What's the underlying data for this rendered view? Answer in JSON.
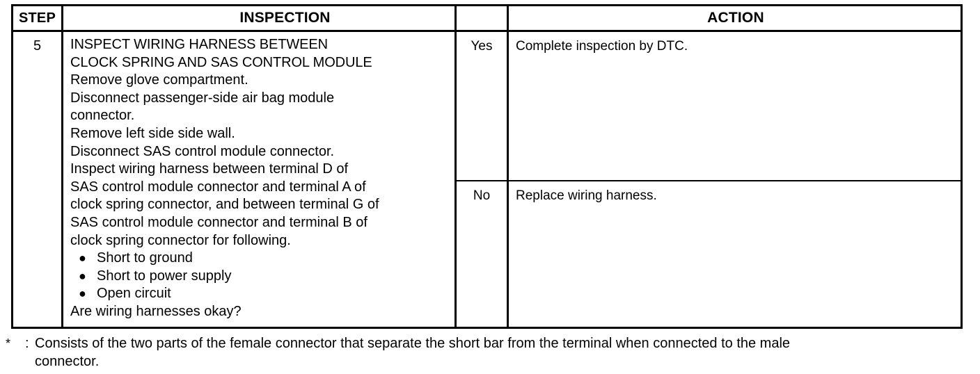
{
  "table": {
    "headers": {
      "step": "STEP",
      "inspection": "INSPECTION",
      "action": "ACTION"
    },
    "row": {
      "step_number": "5",
      "inspection_lines": [
        "INSPECT WIRING HARNESS BETWEEN",
        "CLOCK SPRING AND SAS CONTROL MODULE",
        "Remove glove compartment.",
        "Disconnect passenger-side air bag module",
        "connector.",
        "Remove left side side wall.",
        "Disconnect SAS control module connector.",
        "Inspect wiring harness between terminal D of",
        "SAS control module connector and terminal A of",
        "clock spring connector, and between terminal G of",
        "SAS control module connector and terminal B of",
        "clock spring connector for following."
      ],
      "bullet_marker": "●",
      "bullets": [
        "Short to ground",
        "Short to power supply",
        "Open circuit"
      ],
      "question": "Are wiring harnesses okay?",
      "results": [
        {
          "answer": "Yes",
          "action": "Complete inspection by DTC."
        },
        {
          "answer": "No",
          "action": "Replace wiring harness."
        }
      ]
    }
  },
  "footnote": {
    "marker": "*",
    "separator": ":",
    "line1": "Consists of the two parts of the female connector that separate the short bar from the terminal when connected to the male",
    "line2": "connector."
  },
  "colors": {
    "background": "#ffffff",
    "ink": "#000000"
  }
}
